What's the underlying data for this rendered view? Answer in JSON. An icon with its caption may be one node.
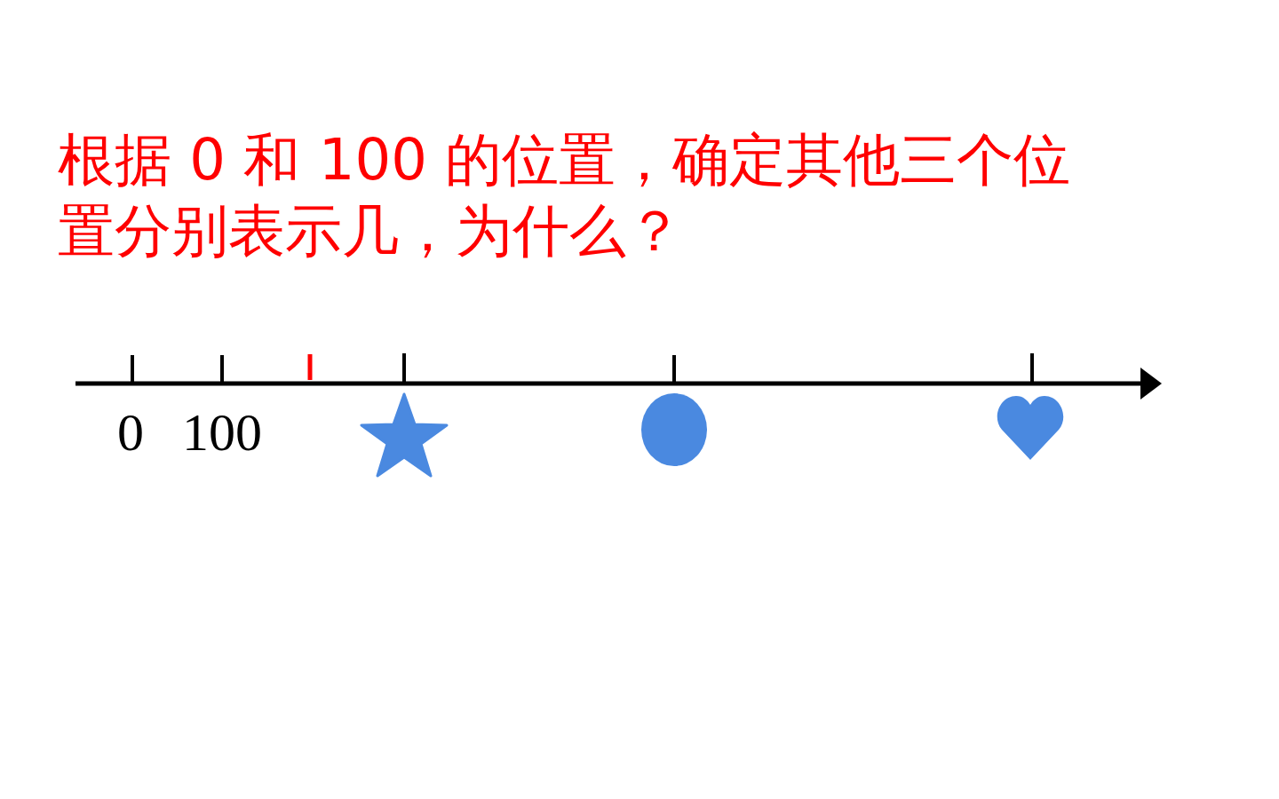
{
  "diagram": {
    "title": "根据 0 和 100 的位置，确定其他三个位置分别表示几，为什么？",
    "nodes": [
      {
        "text": [],
        "shape": "star"
      },
      {
        "text": [],
        "shape": "circle"
      },
      {
        "text": [],
        "shape": "heart"
      }
    ],
    "labels": [
      "0",
      "100"
    ]
  }
}
